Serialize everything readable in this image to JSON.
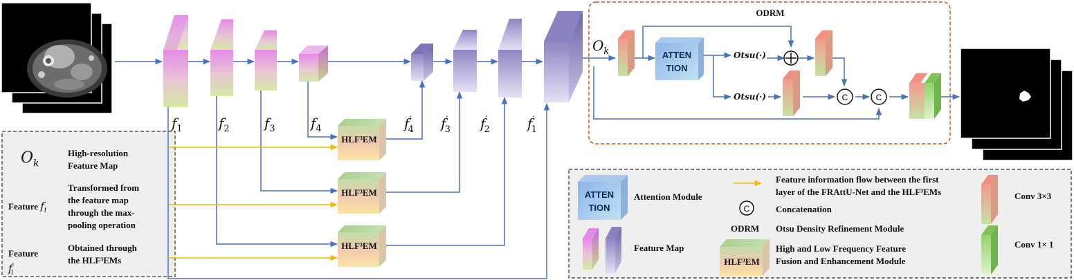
{
  "odrm": {
    "title": "ODRM",
    "attention_line1": "ATTEN",
    "attention_line2": "TION",
    "otsu_top": "Otsu(·)",
    "otsu_bottom": "Otsu(·)",
    "concat1": "C",
    "concat2": "C"
  },
  "labels": {
    "ok_main": "O",
    "ok_sub": "k",
    "f1": "f",
    "f2": "f",
    "f3": "f",
    "f4": "f",
    "sub1": "1",
    "sub2": "2",
    "sub3": "3",
    "sub4": "4",
    "prime": "′"
  },
  "hlf": {
    "text": "HLF³EM"
  },
  "legend_left": {
    "ok_symbol": "O",
    "ok_sub": "k",
    "ok_desc_1": "High-resolution",
    "ok_desc_2": "Feature Map",
    "fi_label": "Feature",
    "fi_symbol": "f",
    "fi_sub": "i",
    "fi_desc_1": "Transformed from",
    "fi_desc_2": "the feature map",
    "fi_desc_3": "through the max-",
    "fi_desc_4": "pooling operation",
    "fip_label": "Feature",
    "fip_symbol": "f",
    "fip_sub": "i",
    "fip_prime": "′",
    "fip_desc_1": "Obtained through",
    "fip_desc_2": "the HLF³EMs"
  },
  "legend_right": {
    "attention_line1": "ATTEN",
    "attention_line2": "TION",
    "attention_desc": "Attention Module",
    "arrow_desc_1": "Feature information flow between the first",
    "arrow_desc_2": "layer of the FRAttU-Net and the HLF³EMs",
    "concat_symbol": "C",
    "concat_desc": "Concatenation",
    "odrm_abbr": "ODRM",
    "odrm_desc": "Otsu Density Refinement Module",
    "feature_map_desc": "Feature Map",
    "hlf_text": "HLF³EM",
    "hlf_desc_1": "High and Low Frequency Feature",
    "hlf_desc_2": "Fusion and Enhancement Module",
    "conv3_desc": "Conv 3×3",
    "conv1_desc": "Conv 1× 1"
  },
  "colors": {
    "arrow_blue": "#4472c4",
    "arrow_yellow": "#f5b800",
    "odrm_border": "#c55a11",
    "legend_bg": "#efefef"
  }
}
